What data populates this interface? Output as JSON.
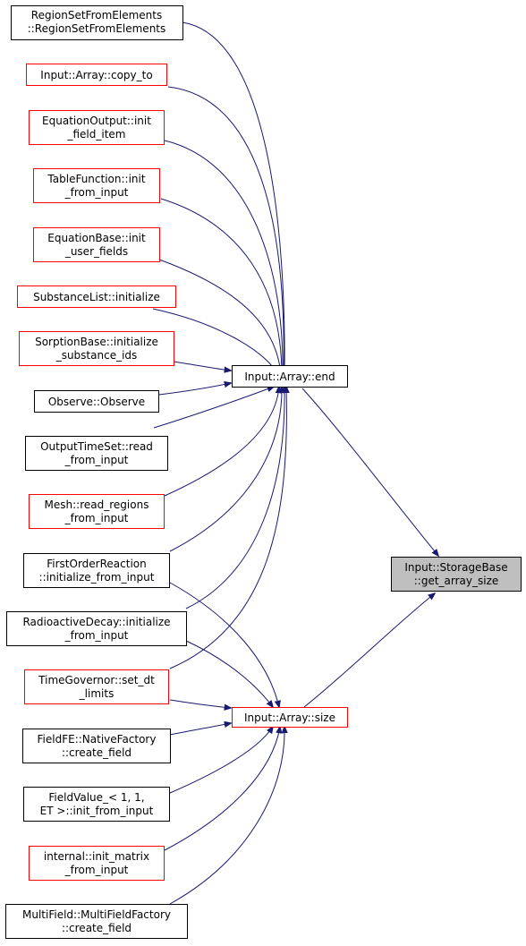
{
  "colors": {
    "edge": "#191970",
    "black_border": "#000000",
    "red_border": "#ff0000",
    "target_fill": "#bfbfbf"
  },
  "nodes": [
    {
      "id": "region-set-from-elements",
      "lines": [
        "RegionSetFromElements",
        "::RegionSetFromElements"
      ],
      "border": "black"
    },
    {
      "id": "input-array-copy-to",
      "lines": [
        "Input::Array::copy_to"
      ],
      "border": "red"
    },
    {
      "id": "equation-output-init-field-item",
      "lines": [
        "EquationOutput::init",
        "_field_item"
      ],
      "border": "red"
    },
    {
      "id": "table-function-init-from-input",
      "lines": [
        "TableFunction::init",
        "_from_input"
      ],
      "border": "red"
    },
    {
      "id": "equation-base-init-user-fields",
      "lines": [
        "EquationBase::init",
        "_user_fields"
      ],
      "border": "red"
    },
    {
      "id": "substance-list-initialize",
      "lines": [
        "SubstanceList::initialize"
      ],
      "border": "red"
    },
    {
      "id": "sorption-base-initialize-substance-ids",
      "lines": [
        "SorptionBase::initialize",
        "_substance_ids"
      ],
      "border": "red"
    },
    {
      "id": "observe-observe",
      "lines": [
        "Observe::Observe"
      ],
      "border": "black"
    },
    {
      "id": "output-time-set-read-from-input",
      "lines": [
        "OutputTimeSet::read",
        "_from_input"
      ],
      "border": "black"
    },
    {
      "id": "mesh-read-regions-from-input",
      "lines": [
        "Mesh::read_regions",
        "_from_input"
      ],
      "border": "red"
    },
    {
      "id": "first-order-reaction-initialize-from-input",
      "lines": [
        "FirstOrderReaction",
        "::initialize_from_input"
      ],
      "border": "black"
    },
    {
      "id": "radioactive-decay-initialize-from-input",
      "lines": [
        "RadioactiveDecay::initialize",
        "_from_input"
      ],
      "border": "black"
    },
    {
      "id": "time-governor-set-dt-limits",
      "lines": [
        "TimeGovernor::set_dt",
        "_limits"
      ],
      "border": "red"
    },
    {
      "id": "field-fe-native-factory-create-field",
      "lines": [
        "FieldFE::NativeFactory",
        "::create_field"
      ],
      "border": "black"
    },
    {
      "id": "field-value-init-from-input",
      "lines": [
        "FieldValue_< 1, 1,",
        " ET >::init_from_input"
      ],
      "border": "black"
    },
    {
      "id": "internal-init-matrix-from-input",
      "lines": [
        "internal::init_matrix",
        "_from_input"
      ],
      "border": "red"
    },
    {
      "id": "multi-field-factory-create-field",
      "lines": [
        "MultiField::MultiFieldFactory",
        "::create_field"
      ],
      "border": "black"
    },
    {
      "id": "input-array-end",
      "lines": [
        "Input::Array::end"
      ],
      "border": "black"
    },
    {
      "id": "input-array-size",
      "lines": [
        "Input::Array::size"
      ],
      "border": "red"
    },
    {
      "id": "storage-base-get-array-size",
      "lines": [
        "Input::StorageBase",
        "::get_array_size"
      ],
      "border": "target"
    }
  ]
}
